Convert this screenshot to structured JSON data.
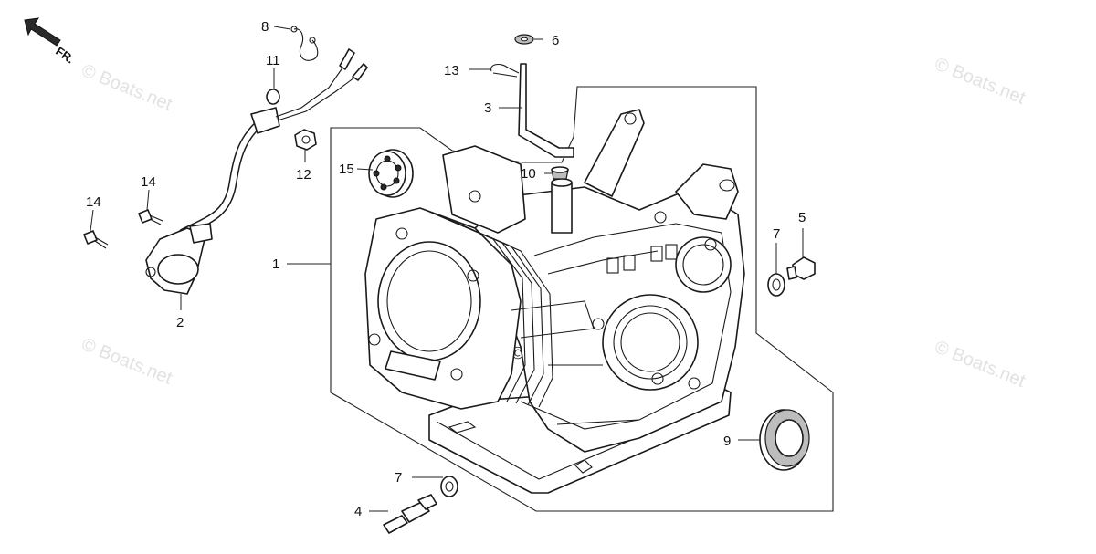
{
  "direction_label": "FR.",
  "watermarks": [
    "© Boats.net",
    "© Boats.net",
    "© Boats.net",
    "© Boats.net",
    "© Boats.net"
  ],
  "callouts": {
    "c1": "1",
    "c2": "2",
    "c3": "3",
    "c4": "4",
    "c5": "5",
    "c6": "6",
    "c7a": "7",
    "c7b": "7",
    "c8": "8",
    "c9": "9",
    "c10": "10",
    "c11": "11",
    "c12": "12",
    "c13": "13",
    "c14a": "14",
    "c14b": "14",
    "c15": "15"
  },
  "colors": {
    "line": "#222222",
    "watermark": "#e2e2e2",
    "background": "#ffffff"
  }
}
